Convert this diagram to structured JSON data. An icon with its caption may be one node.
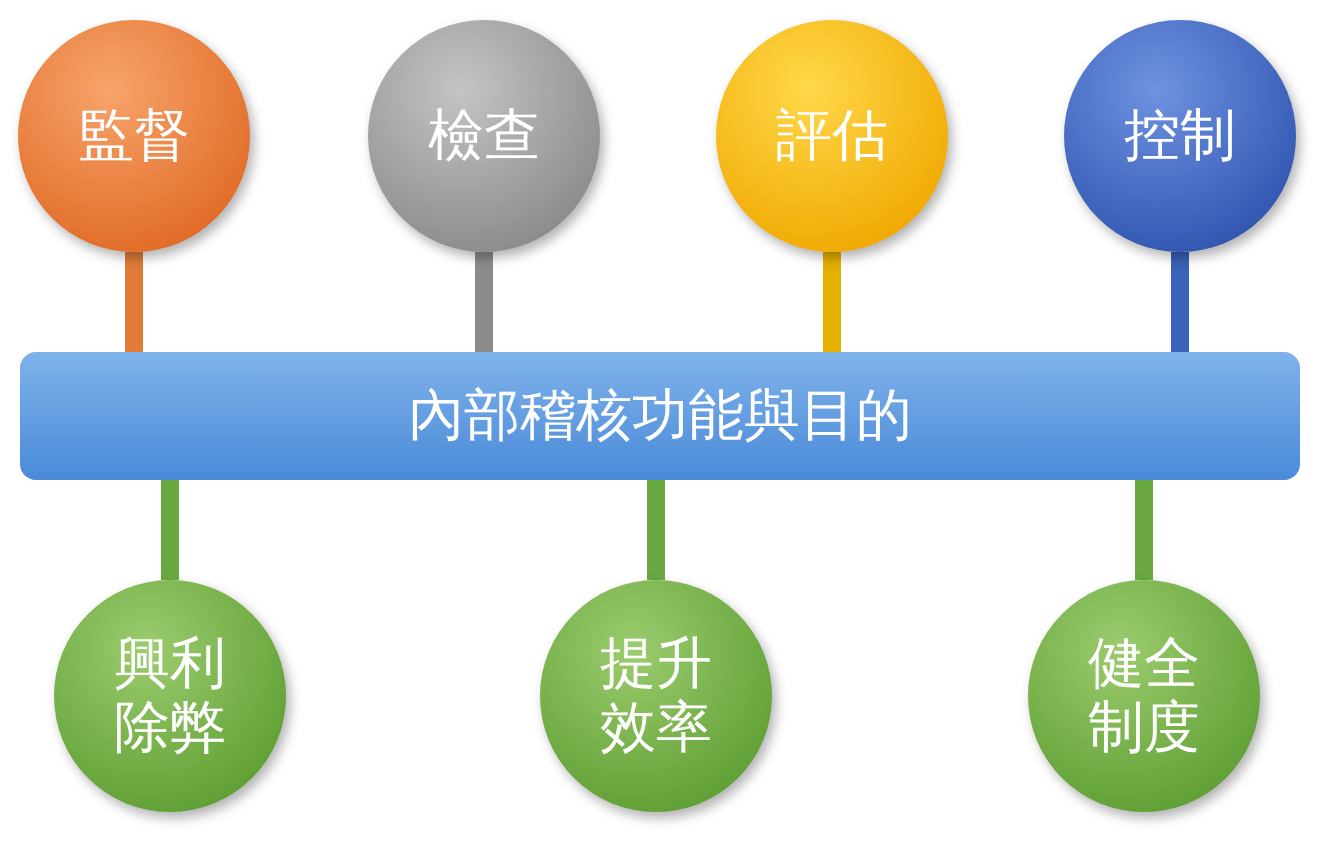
{
  "diagram": {
    "nodes": [
      {
        "text": [
          "監督"
        ]
      },
      {
        "text": [
          "檢查"
        ]
      },
      {
        "text": [
          "評估"
        ]
      },
      {
        "text": [
          "控制"
        ]
      },
      {
        "text": [
          "內部稽核功能與目的"
        ]
      },
      {
        "text": [
          "興利除弊"
        ]
      },
      {
        "text": [
          "提升效率"
        ]
      },
      {
        "text": [
          "健全制度"
        ]
      }
    ],
    "edges": [
      {
        "from": 0,
        "to": 4,
        "arrow": "none",
        "color": "#e07b39"
      },
      {
        "from": 1,
        "to": 4,
        "arrow": "none",
        "color": "#8c8c8c"
      },
      {
        "from": 2,
        "to": 4,
        "arrow": "none",
        "color": "#e6b000"
      },
      {
        "from": 3,
        "to": 4,
        "arrow": "none",
        "color": "#3a62b8"
      },
      {
        "from": 4,
        "to": 5,
        "arrow": "none",
        "color": "#6aa842"
      },
      {
        "from": 4,
        "to": 6,
        "arrow": "none",
        "color": "#6aa842"
      },
      {
        "from": 4,
        "to": 7,
        "arrow": "none",
        "color": "#6aa842"
      }
    ]
  }
}
